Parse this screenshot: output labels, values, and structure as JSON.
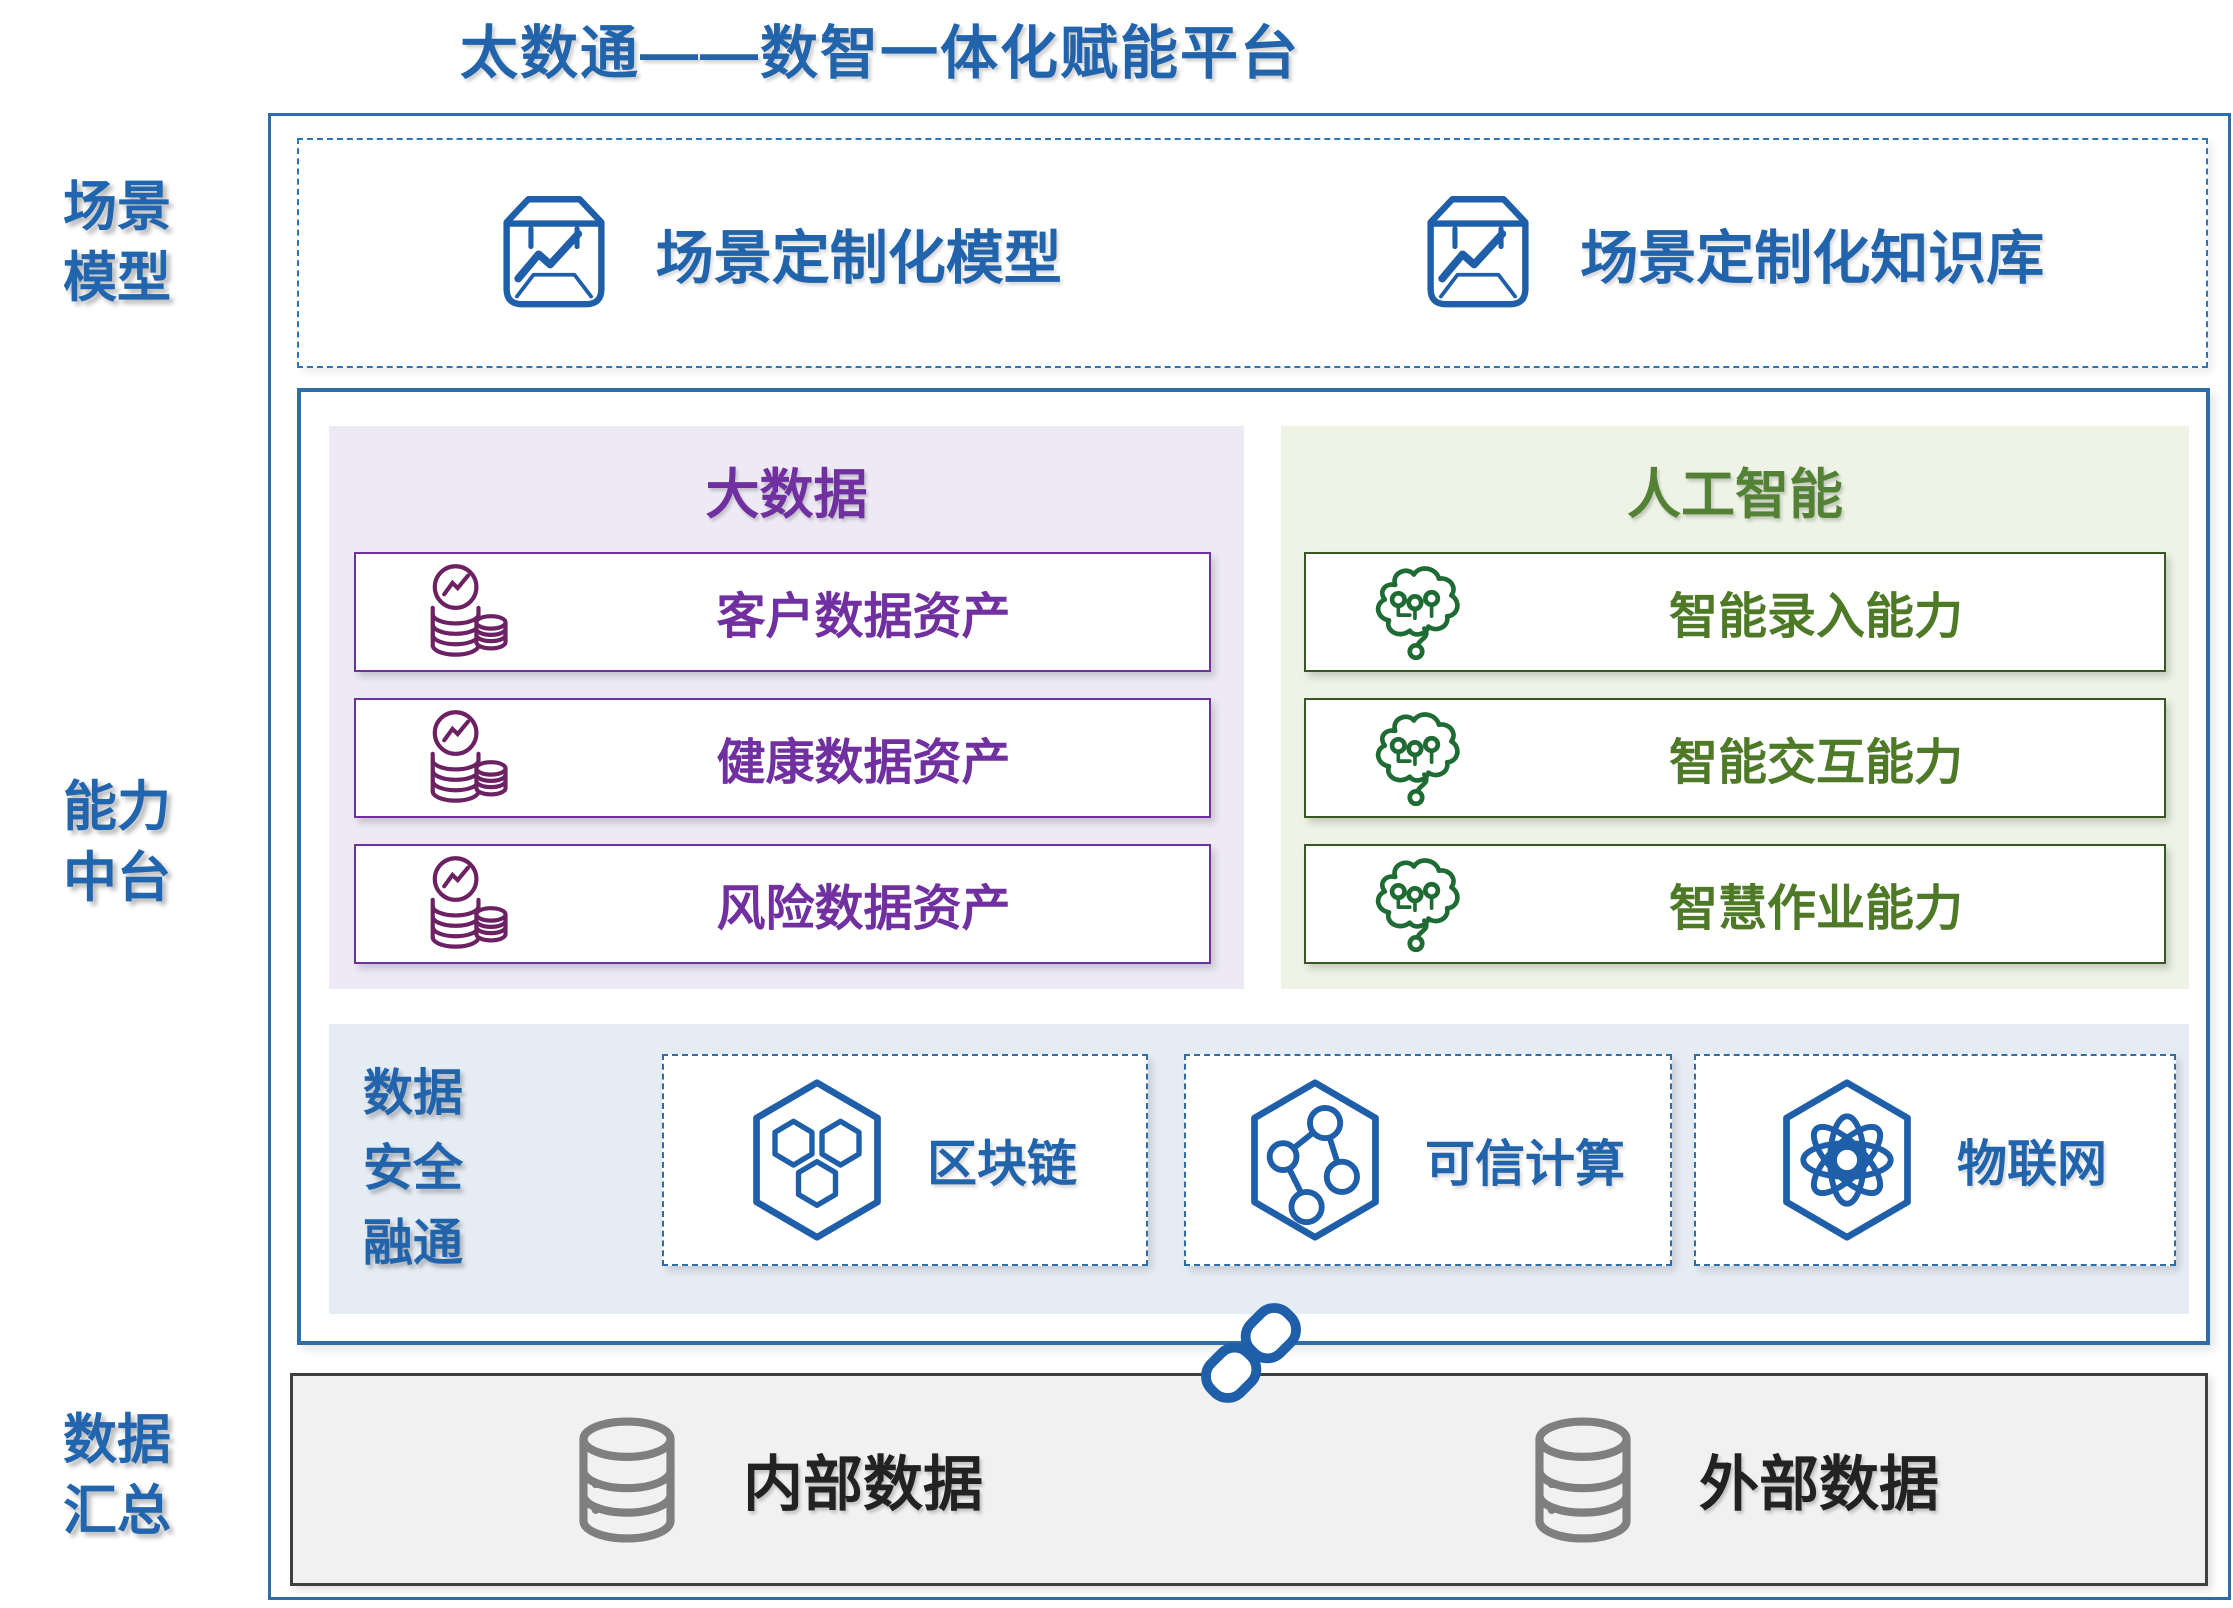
{
  "title": "太数通——数智一体化赋能平台",
  "side_labels": [
    {
      "id": "scene-model",
      "label": "场景模型"
    },
    {
      "id": "capability-middle-platform",
      "label": "能力中台"
    },
    {
      "id": "data-summary",
      "label": "数据汇总"
    }
  ],
  "scene": {
    "items": [
      {
        "label": "场景定制化模型",
        "icon": "model-box-icon"
      },
      {
        "label": "场景定制化知识库",
        "icon": "model-box-icon"
      }
    ]
  },
  "capability": {
    "bigdata": {
      "title": "大数据",
      "rows": [
        {
          "label": "客户数据资产",
          "icon": "coin-stack-icon"
        },
        {
          "label": "健康数据资产",
          "icon": "coin-stack-icon"
        },
        {
          "label": "风险数据资产",
          "icon": "coin-stack-icon"
        }
      ]
    },
    "ai": {
      "title": "人工智能",
      "rows": [
        {
          "label": "智能录入能力",
          "icon": "brain-circuit-icon"
        },
        {
          "label": "智能交互能力",
          "icon": "brain-circuit-icon"
        },
        {
          "label": "智慧作业能力",
          "icon": "brain-circuit-icon"
        }
      ]
    },
    "security": {
      "label": "数据安全融通",
      "items": [
        {
          "label": "区块链",
          "icon": "blockchain-icon"
        },
        {
          "label": "可信计算",
          "icon": "trusted-computing-icon"
        },
        {
          "label": "物联网",
          "icon": "iot-icon"
        }
      ]
    }
  },
  "connector": {
    "icon": "chain-link-icon"
  },
  "data_summary": {
    "items": [
      {
        "label": "内部数据",
        "icon": "database-icon"
      },
      {
        "label": "外部数据",
        "icon": "database-icon"
      }
    ]
  },
  "colors": {
    "accent_blue": "#2164AC",
    "border_blue": "#2E6DA8",
    "purple": "#7030A0",
    "coin_purple": "#6C2262",
    "panel_purple_bg": "#EDEAF5",
    "green": "#538135",
    "green_border": "#385723",
    "brain_green": "#1E6B33",
    "panel_green_bg": "#EEF3E5",
    "panel_blue_bg": "#E5ECF3",
    "summary_bg": "#F1F1F1",
    "summary_border": "#3F3F3F",
    "icon_gray": "#7F7F7F",
    "summary_text": "#222222"
  }
}
